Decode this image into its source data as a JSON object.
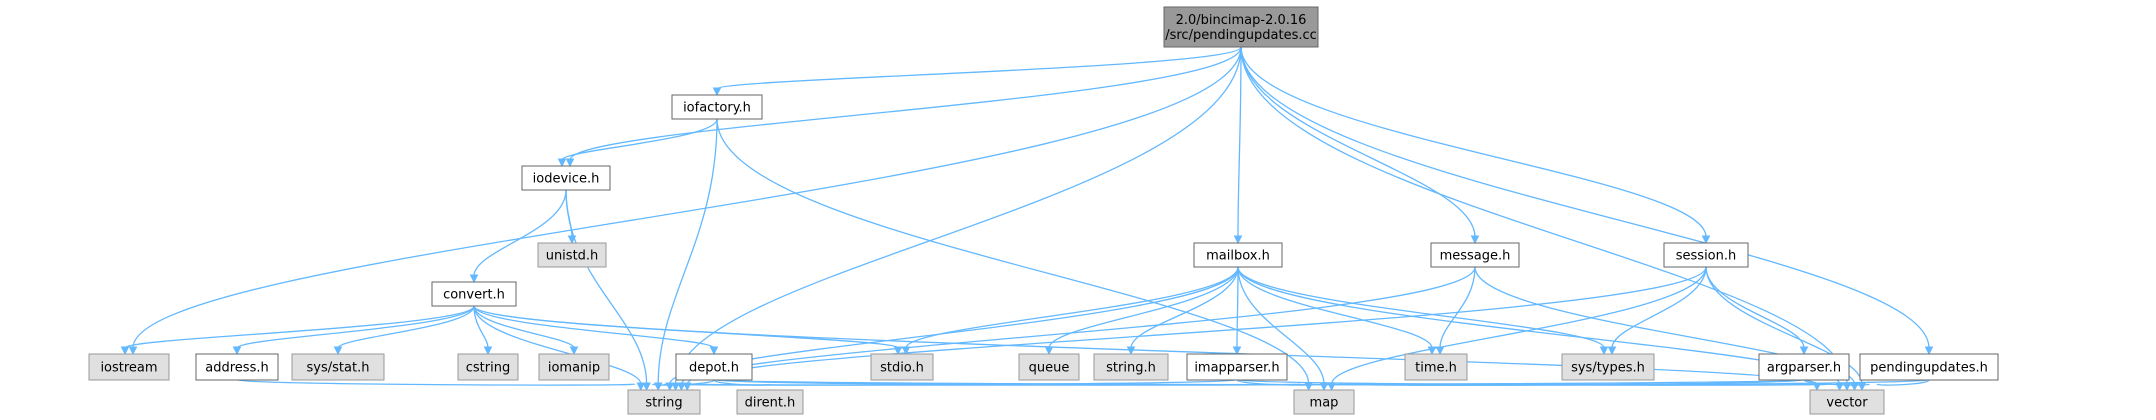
{
  "colors": {
    "root_fill": "#999999",
    "root_border": "#666666",
    "local_fill": "#ffffff",
    "local_border": "#666666",
    "system_fill": "#e0e0e0",
    "system_border": "#999999",
    "edge": "#63b8ff"
  },
  "nodes": [
    {
      "id": "root",
      "kind": "root",
      "label": [
        "2.0/bincimap-2.0.16",
        "/src/pendingupdates.cc"
      ]
    },
    {
      "id": "iofactory",
      "kind": "local",
      "label": [
        "iofactory.h"
      ]
    },
    {
      "id": "iodevice",
      "kind": "local",
      "label": [
        "iodevice.h"
      ]
    },
    {
      "id": "unistd",
      "kind": "system",
      "label": [
        "unistd.h"
      ]
    },
    {
      "id": "convert",
      "kind": "local",
      "label": [
        "convert.h"
      ]
    },
    {
      "id": "mailbox",
      "kind": "local",
      "label": [
        "mailbox.h"
      ]
    },
    {
      "id": "message",
      "kind": "local",
      "label": [
        "message.h"
      ]
    },
    {
      "id": "session",
      "kind": "local",
      "label": [
        "session.h"
      ]
    },
    {
      "id": "iostream",
      "kind": "system",
      "label": [
        "iostream"
      ]
    },
    {
      "id": "address",
      "kind": "local",
      "label": [
        "address.h"
      ]
    },
    {
      "id": "sysstat",
      "kind": "system",
      "label": [
        "sys/stat.h"
      ]
    },
    {
      "id": "cstring",
      "kind": "system",
      "label": [
        "cstring"
      ]
    },
    {
      "id": "iomanip",
      "kind": "system",
      "label": [
        "iomanip"
      ]
    },
    {
      "id": "depot",
      "kind": "local",
      "label": [
        "depot.h"
      ]
    },
    {
      "id": "stdio",
      "kind": "system",
      "label": [
        "stdio.h"
      ]
    },
    {
      "id": "queue",
      "kind": "system",
      "label": [
        "queue"
      ]
    },
    {
      "id": "stringh",
      "kind": "system",
      "label": [
        "string.h"
      ]
    },
    {
      "id": "imapparser",
      "kind": "local",
      "label": [
        "imapparser.h"
      ]
    },
    {
      "id": "timeh",
      "kind": "system",
      "label": [
        "time.h"
      ]
    },
    {
      "id": "systypes",
      "kind": "system",
      "label": [
        "sys/types.h"
      ]
    },
    {
      "id": "argparser",
      "kind": "local",
      "label": [
        "argparser.h"
      ]
    },
    {
      "id": "pendingupdates",
      "kind": "local",
      "label": [
        "pendingupdates.h"
      ]
    },
    {
      "id": "string",
      "kind": "system",
      "label": [
        "string"
      ]
    },
    {
      "id": "dirent",
      "kind": "system",
      "label": [
        "dirent.h"
      ]
    },
    {
      "id": "map",
      "kind": "system",
      "label": [
        "map"
      ]
    },
    {
      "id": "vector",
      "kind": "system",
      "label": [
        "vector"
      ]
    }
  ],
  "edges": [
    [
      "root",
      "string"
    ],
    [
      "root",
      "iostream"
    ],
    [
      "root",
      "iodevice"
    ],
    [
      "root",
      "iofactory"
    ],
    [
      "root",
      "mailbox"
    ],
    [
      "root",
      "message"
    ],
    [
      "root",
      "session"
    ],
    [
      "root",
      "pendingupdates"
    ],
    [
      "root",
      "vector"
    ],
    [
      "iofactory",
      "iodevice"
    ],
    [
      "iofactory",
      "string"
    ],
    [
      "iofactory",
      "map"
    ],
    [
      "iodevice",
      "string"
    ],
    [
      "iodevice",
      "unistd"
    ],
    [
      "iodevice",
      "convert"
    ],
    [
      "convert",
      "iostream"
    ],
    [
      "convert",
      "address"
    ],
    [
      "convert",
      "sysstat"
    ],
    [
      "convert",
      "cstring"
    ],
    [
      "convert",
      "iomanip"
    ],
    [
      "convert",
      "depot"
    ],
    [
      "convert",
      "stdio"
    ],
    [
      "convert",
      "string"
    ],
    [
      "convert",
      "vector"
    ],
    [
      "address",
      "string"
    ],
    [
      "depot",
      "string"
    ],
    [
      "depot",
      "dirent"
    ],
    [
      "depot",
      "map"
    ],
    [
      "depot",
      "vector"
    ],
    [
      "mailbox",
      "stdio"
    ],
    [
      "mailbox",
      "queue"
    ],
    [
      "mailbox",
      "stringh"
    ],
    [
      "mailbox",
      "imapparser"
    ],
    [
      "mailbox",
      "timeh"
    ],
    [
      "mailbox",
      "systypes"
    ],
    [
      "mailbox",
      "string"
    ],
    [
      "mailbox",
      "map"
    ],
    [
      "mailbox",
      "vector"
    ],
    [
      "imapparser",
      "string"
    ],
    [
      "imapparser",
      "map"
    ],
    [
      "imapparser",
      "vector"
    ],
    [
      "message",
      "timeh"
    ],
    [
      "message",
      "string"
    ],
    [
      "message",
      "vector"
    ],
    [
      "session",
      "systypes"
    ],
    [
      "session",
      "argparser"
    ],
    [
      "session",
      "string"
    ],
    [
      "session",
      "map"
    ],
    [
      "session",
      "vector"
    ],
    [
      "argparser",
      "string"
    ],
    [
      "argparser",
      "map"
    ],
    [
      "argparser",
      "vector"
    ],
    [
      "pendingupdates",
      "map"
    ],
    [
      "pendingupdates",
      "vector"
    ]
  ]
}
